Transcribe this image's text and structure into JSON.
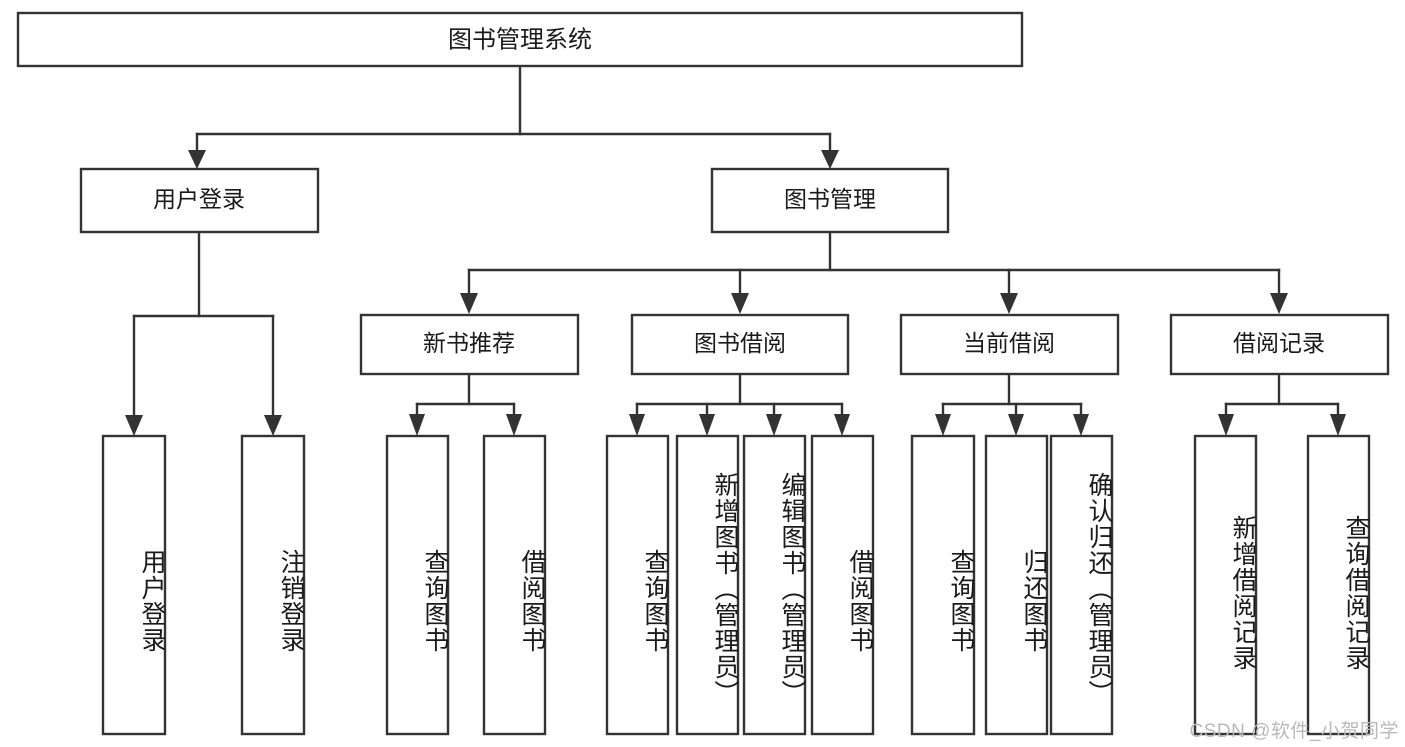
{
  "diagram": {
    "title": "图书管理系统",
    "type": "tree",
    "root": {
      "id": "root",
      "label": "图书管理系统",
      "orientation": "horizontal"
    },
    "level2": [
      {
        "id": "user-login",
        "label": "用户登录",
        "orientation": "horizontal"
      },
      {
        "id": "book-management",
        "label": "图书管理",
        "orientation": "horizontal"
      }
    ],
    "level3": [
      {
        "id": "new-book-recommend",
        "label": "新书推荐",
        "orientation": "horizontal",
        "parent": "book-management"
      },
      {
        "id": "book-borrow",
        "label": "图书借阅",
        "orientation": "horizontal",
        "parent": "book-management"
      },
      {
        "id": "current-borrow",
        "label": "当前借阅",
        "orientation": "horizontal",
        "parent": "book-management"
      },
      {
        "id": "borrow-record",
        "label": "借阅记录",
        "orientation": "horizontal",
        "parent": "book-management"
      }
    ],
    "leaves": [
      {
        "id": "leaf-user-login",
        "label": "用户登录",
        "orientation": "vertical",
        "parent": "user-login"
      },
      {
        "id": "leaf-logout-login",
        "label": "注销登录",
        "orientation": "vertical",
        "parent": "user-login"
      },
      {
        "id": "leaf-query-book-1",
        "label": "查询图书",
        "orientation": "vertical",
        "parent": "new-book-recommend"
      },
      {
        "id": "leaf-borrow-book-1",
        "label": "借阅图书",
        "orientation": "vertical",
        "parent": "new-book-recommend"
      },
      {
        "id": "leaf-query-book-2",
        "label": "查询图书",
        "orientation": "vertical",
        "parent": "book-borrow"
      },
      {
        "id": "leaf-add-book-admin",
        "label": "新增图书（管理员）",
        "orientation": "vertical",
        "parent": "book-borrow"
      },
      {
        "id": "leaf-edit-book-admin",
        "label": "编辑图书（管理员）",
        "orientation": "vertical",
        "parent": "book-borrow"
      },
      {
        "id": "leaf-borrow-book-2",
        "label": "借阅图书",
        "orientation": "vertical",
        "parent": "book-borrow"
      },
      {
        "id": "leaf-query-book-3",
        "label": "查询图书",
        "orientation": "vertical",
        "parent": "current-borrow"
      },
      {
        "id": "leaf-return-book",
        "label": "归还图书",
        "orientation": "vertical",
        "parent": "current-borrow"
      },
      {
        "id": "leaf-confirm-return-admin",
        "label": "确认归还（管理员）",
        "orientation": "vertical",
        "parent": "current-borrow"
      },
      {
        "id": "leaf-add-borrow-record",
        "label": "新增借阅记录",
        "orientation": "vertical",
        "parent": "borrow-record"
      },
      {
        "id": "leaf-query-borrow-record",
        "label": "查询借阅记录",
        "orientation": "vertical",
        "parent": "borrow-record"
      }
    ],
    "colors": {
      "box_stroke": "#333333",
      "box_fill": "#ffffff",
      "connector": "#333333",
      "text": "#1a1a1a",
      "background": "#ffffff",
      "watermark": "#b9b9b9"
    }
  },
  "watermark": {
    "text": "CSDN @软件_小贺同学"
  }
}
